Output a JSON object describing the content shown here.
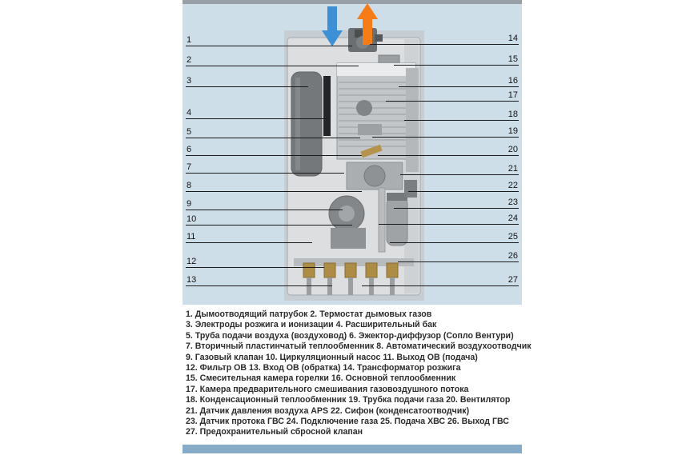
{
  "figure": {
    "description_type": "boiler-internal-components-diagram"
  },
  "colors": {
    "intake_arrow": "#3d8fd6",
    "exhaust_arrow": "#f57c17",
    "panel_background": "#cddee9",
    "bottom_bar": "#87acca",
    "callout_line": "#1a1a1a"
  },
  "callouts": {
    "left": [
      "1",
      "2",
      "3",
      "4",
      "5",
      "6",
      "7",
      "8",
      "9",
      "10",
      "11",
      "12",
      "13"
    ],
    "right": [
      "14",
      "15",
      "16",
      "17",
      "18",
      "19",
      "20",
      "21",
      "22",
      "23",
      "24",
      "25",
      "26",
      "27"
    ]
  },
  "legend": {
    "lines": [
      "1. Дымоотводящий патрубок 2. Термостат дымовых газов",
      "3. Электроды розжига и ионизации 4. Расширительный бак",
      "5. Труба подачи воздуха (воздуховод) 6. Эжектор-диффузор (Сопло Вентури)",
      "7. Вторичный пластинчатый теплообменник 8. Автоматический воздухоотводчик",
      "9. Газовый клапан 10. Циркуляционный насос 11. Выход ОВ (подача)",
      "12. Фильтр ОВ 13. Вход ОВ (обратка) 14. Трансформатор розжига",
      "15. Смесительная камера горелки 16. Основной теплообменник",
      "17. Камера предварительного смешивания газовоздушного потока",
      "18. Конденсационный теплообменник 19. Трубка подачи газа 20. Вентилятор",
      "21. Датчик давления воздуха APS 22. Сифон (конденсатоотводчик)",
      "23. Датчик протока ГВС 24. Подключение газа 25. Подача ХВС 26. Выход ГВС",
      "27. Предохранительный сбросной клапан"
    ]
  }
}
